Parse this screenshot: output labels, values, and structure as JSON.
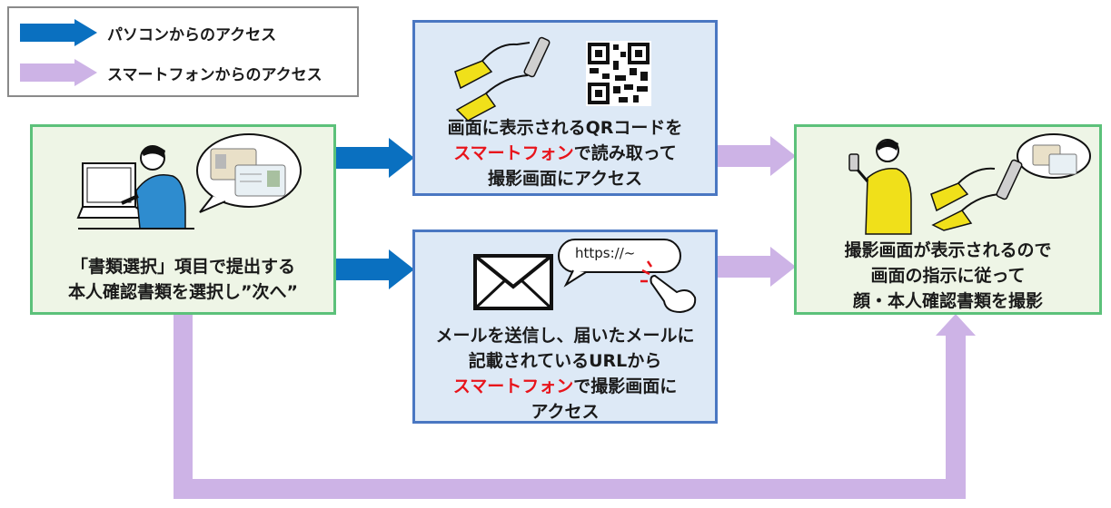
{
  "legend": {
    "pc_label": "パソコンからのアクセス",
    "sp_label": "スマートフォンからのアクセス",
    "pc_color": "#0a70c0",
    "sp_color": "#cdb3e6"
  },
  "left_box": {
    "line1": "「書類選択」項目で提出する",
    "line2": "本人確認書類を選択し”次へ”"
  },
  "qr_box": {
    "line1": "画面に表示されるQRコードを",
    "line2_red": "スマートフォン",
    "line2_rest": "で読み取って",
    "line3": "撮影画面にアクセス"
  },
  "mail_box": {
    "line1": "メールを送信し、届いたメールに",
    "line2": "記載されているURLから",
    "line3_red": "スマートフォン",
    "line3_rest": "で撮影画面に",
    "line4": "アクセス",
    "bubble_text": "https://~"
  },
  "right_box": {
    "line1": "撮影画面が表示されるので",
    "line2": "画面の指示に従って",
    "line3": "顔・本人確認書類を撮影"
  }
}
